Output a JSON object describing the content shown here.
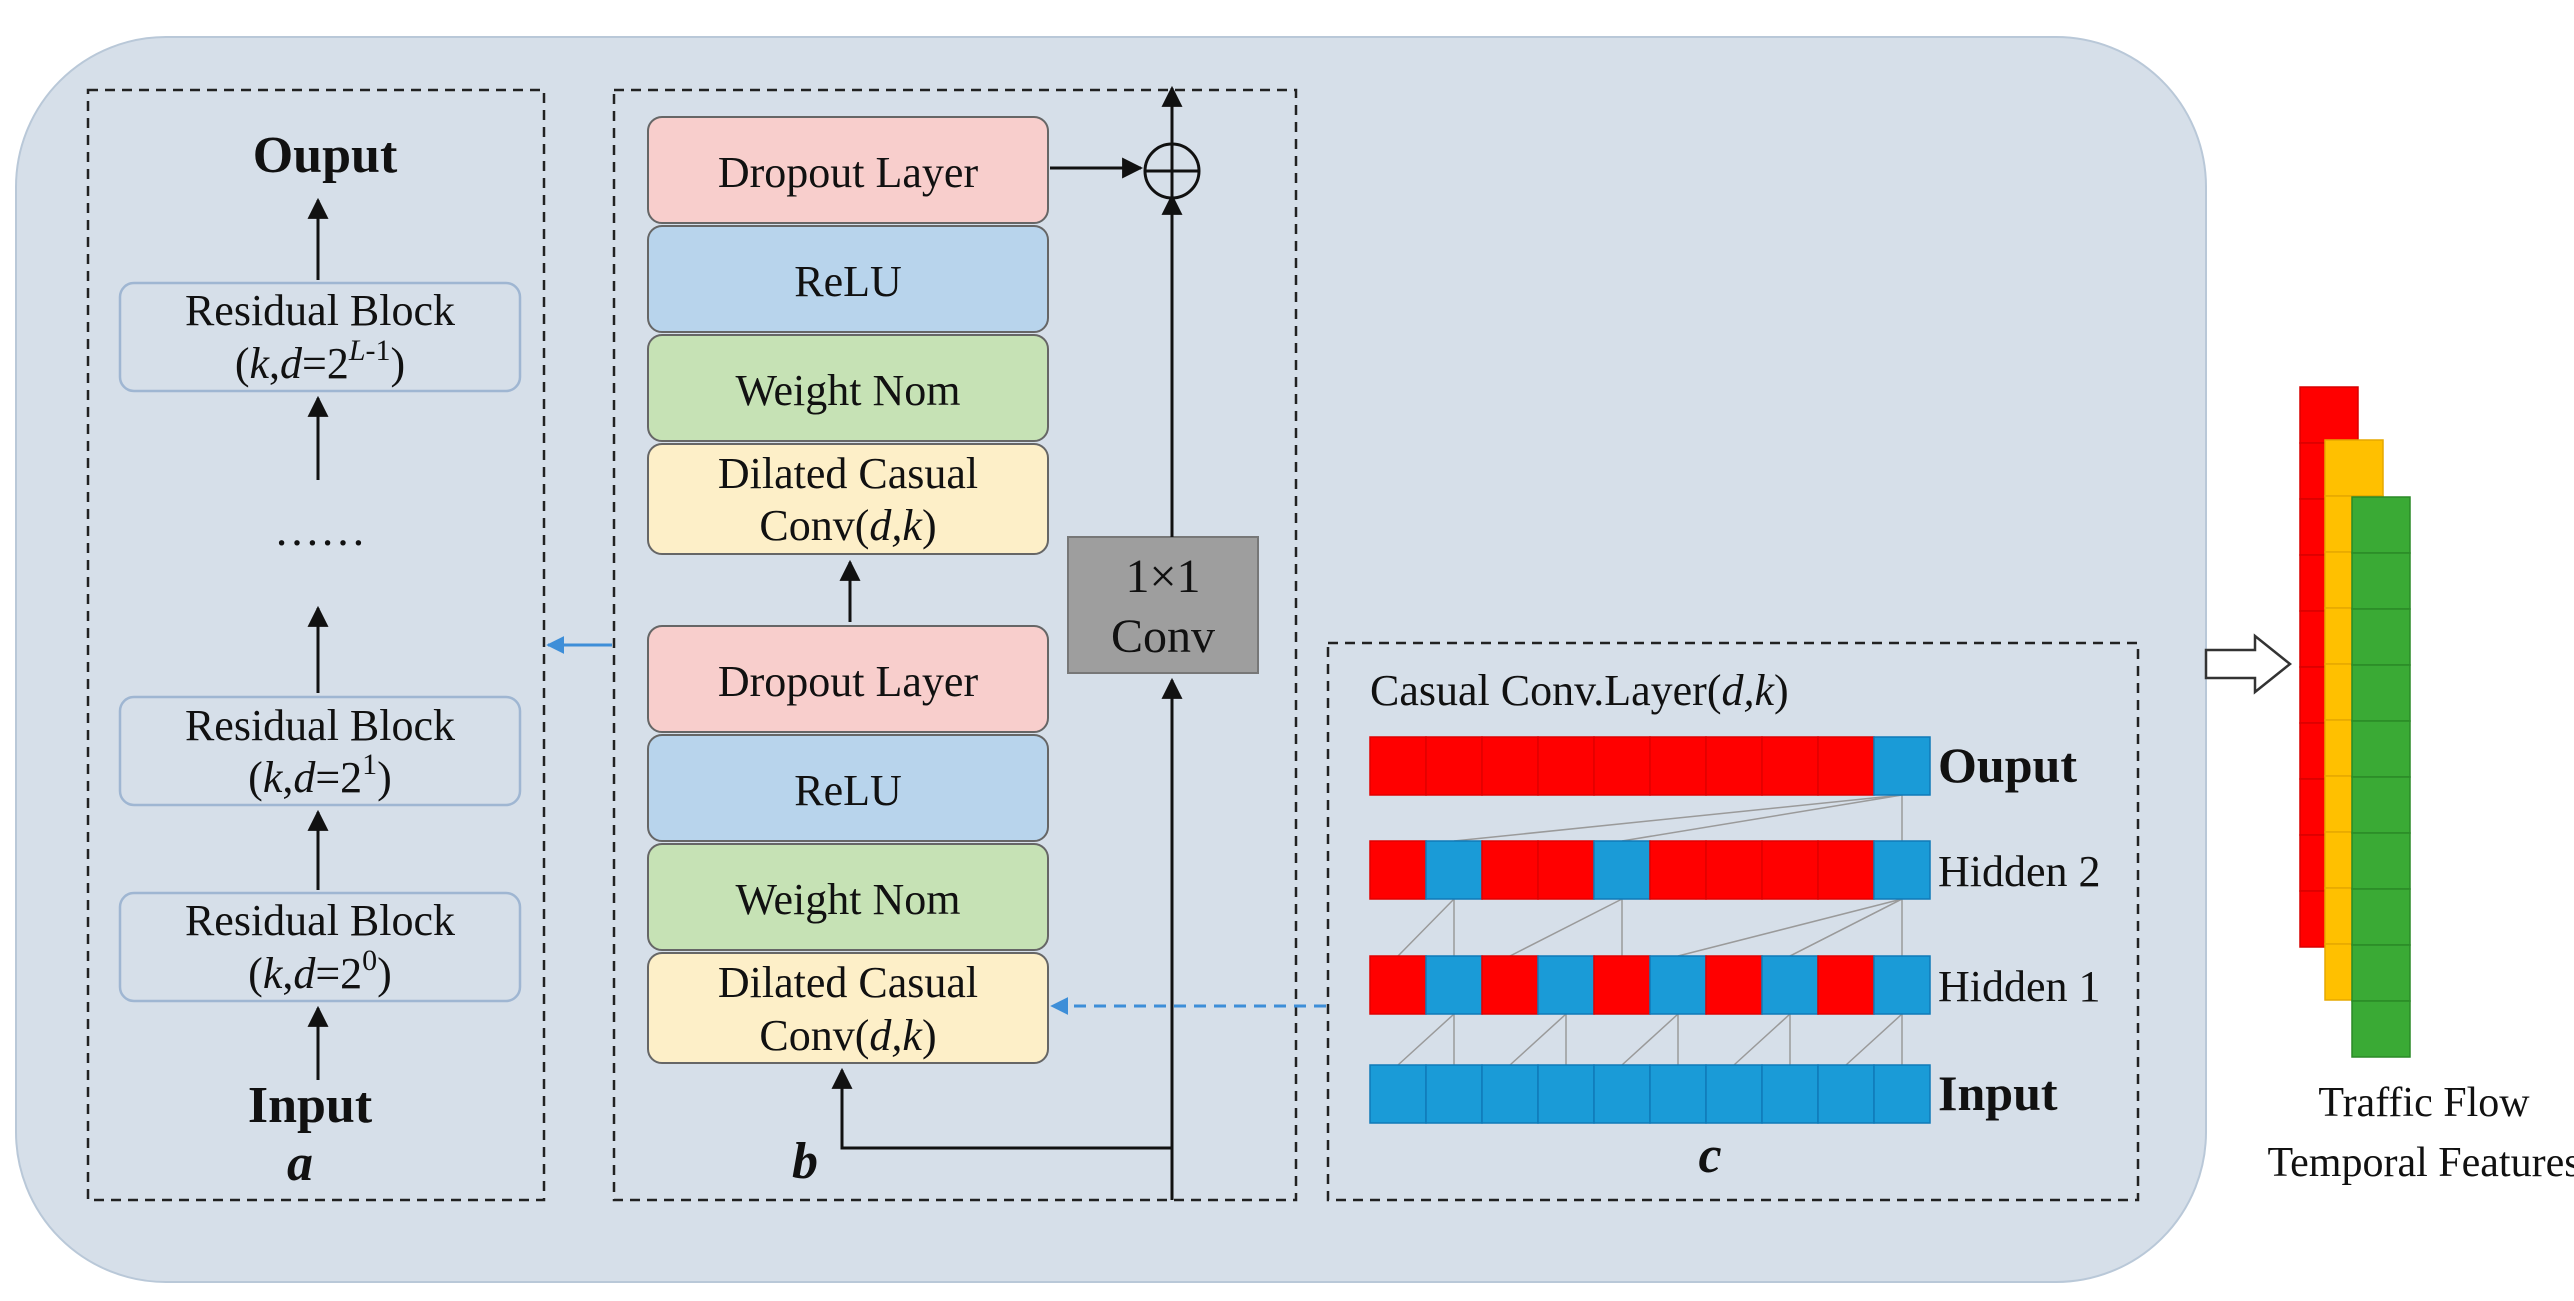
{
  "panel_a": {
    "title_output": "Ouput",
    "res_block_top": {
      "line1": "Residual Block",
      "k": "k",
      "d": "d",
      "base": "=2",
      "exp": "L",
      "exp_rest": "-1"
    },
    "dots": "……",
    "res_block_mid": {
      "line1": "Residual Block",
      "k": "k",
      "d": "d",
      "base": "=2",
      "exp": "1"
    },
    "res_block_bot": {
      "line1": "Residual Block",
      "k": "k",
      "d": "d",
      "base": "=2",
      "exp": "0"
    },
    "title_input": "Input",
    "letter": "a"
  },
  "panel_b": {
    "upper": {
      "dropout": "Dropout Layer",
      "relu": "ReLU",
      "weight": "Weight Nom",
      "dilated_line1": "Dilated Casual",
      "dilated_conv": "Conv(",
      "dilated_d": "d,k",
      "dilated_close": ")"
    },
    "lower": {
      "dropout": "Dropout Layer",
      "relu": "ReLU",
      "weight": "Weight Nom",
      "dilated_line1": "Dilated Casual",
      "dilated_conv": "Conv(",
      "dilated_d": "d,k",
      "dilated_close": ")"
    },
    "conv1x1_line1": "1×1",
    "conv1x1_line2": "Conv",
    "letter": "b"
  },
  "panel_c": {
    "title_prefix": "Casual Conv.Layer(",
    "title_args": "d,k",
    "title_suffix": ")",
    "rows": [
      {
        "label": "Ouput",
        "bold": true,
        "pattern": "rrrrrrrrrb"
      },
      {
        "label": "Hidden 2",
        "bold": false,
        "pattern": "rbrrbrrrrb"
      },
      {
        "label": "Hidden 1",
        "bold": false,
        "pattern": "rbrbrbrbrb"
      },
      {
        "label": "Input",
        "bold": true,
        "pattern": "bbbbbbbbbb"
      }
    ],
    "letter": "c"
  },
  "side": {
    "line1": "Traffic Flow",
    "line2": "Temporal Features",
    "stack_colors": [
      "#ff0000",
      "#ffc000",
      "#3aaa35"
    ]
  },
  "colors": {
    "background_panel": "#d6dfe9",
    "dropout": "#f8cecc",
    "relu": "#b8d4ec",
    "weight": "#c6e2b5",
    "dilated": "#fdefc8",
    "conv1x1": "#9e9e9e",
    "red_cell": "#ff0000",
    "blue_cell": "#1a9bd7",
    "arrow_blue": "#3d8ed8"
  }
}
